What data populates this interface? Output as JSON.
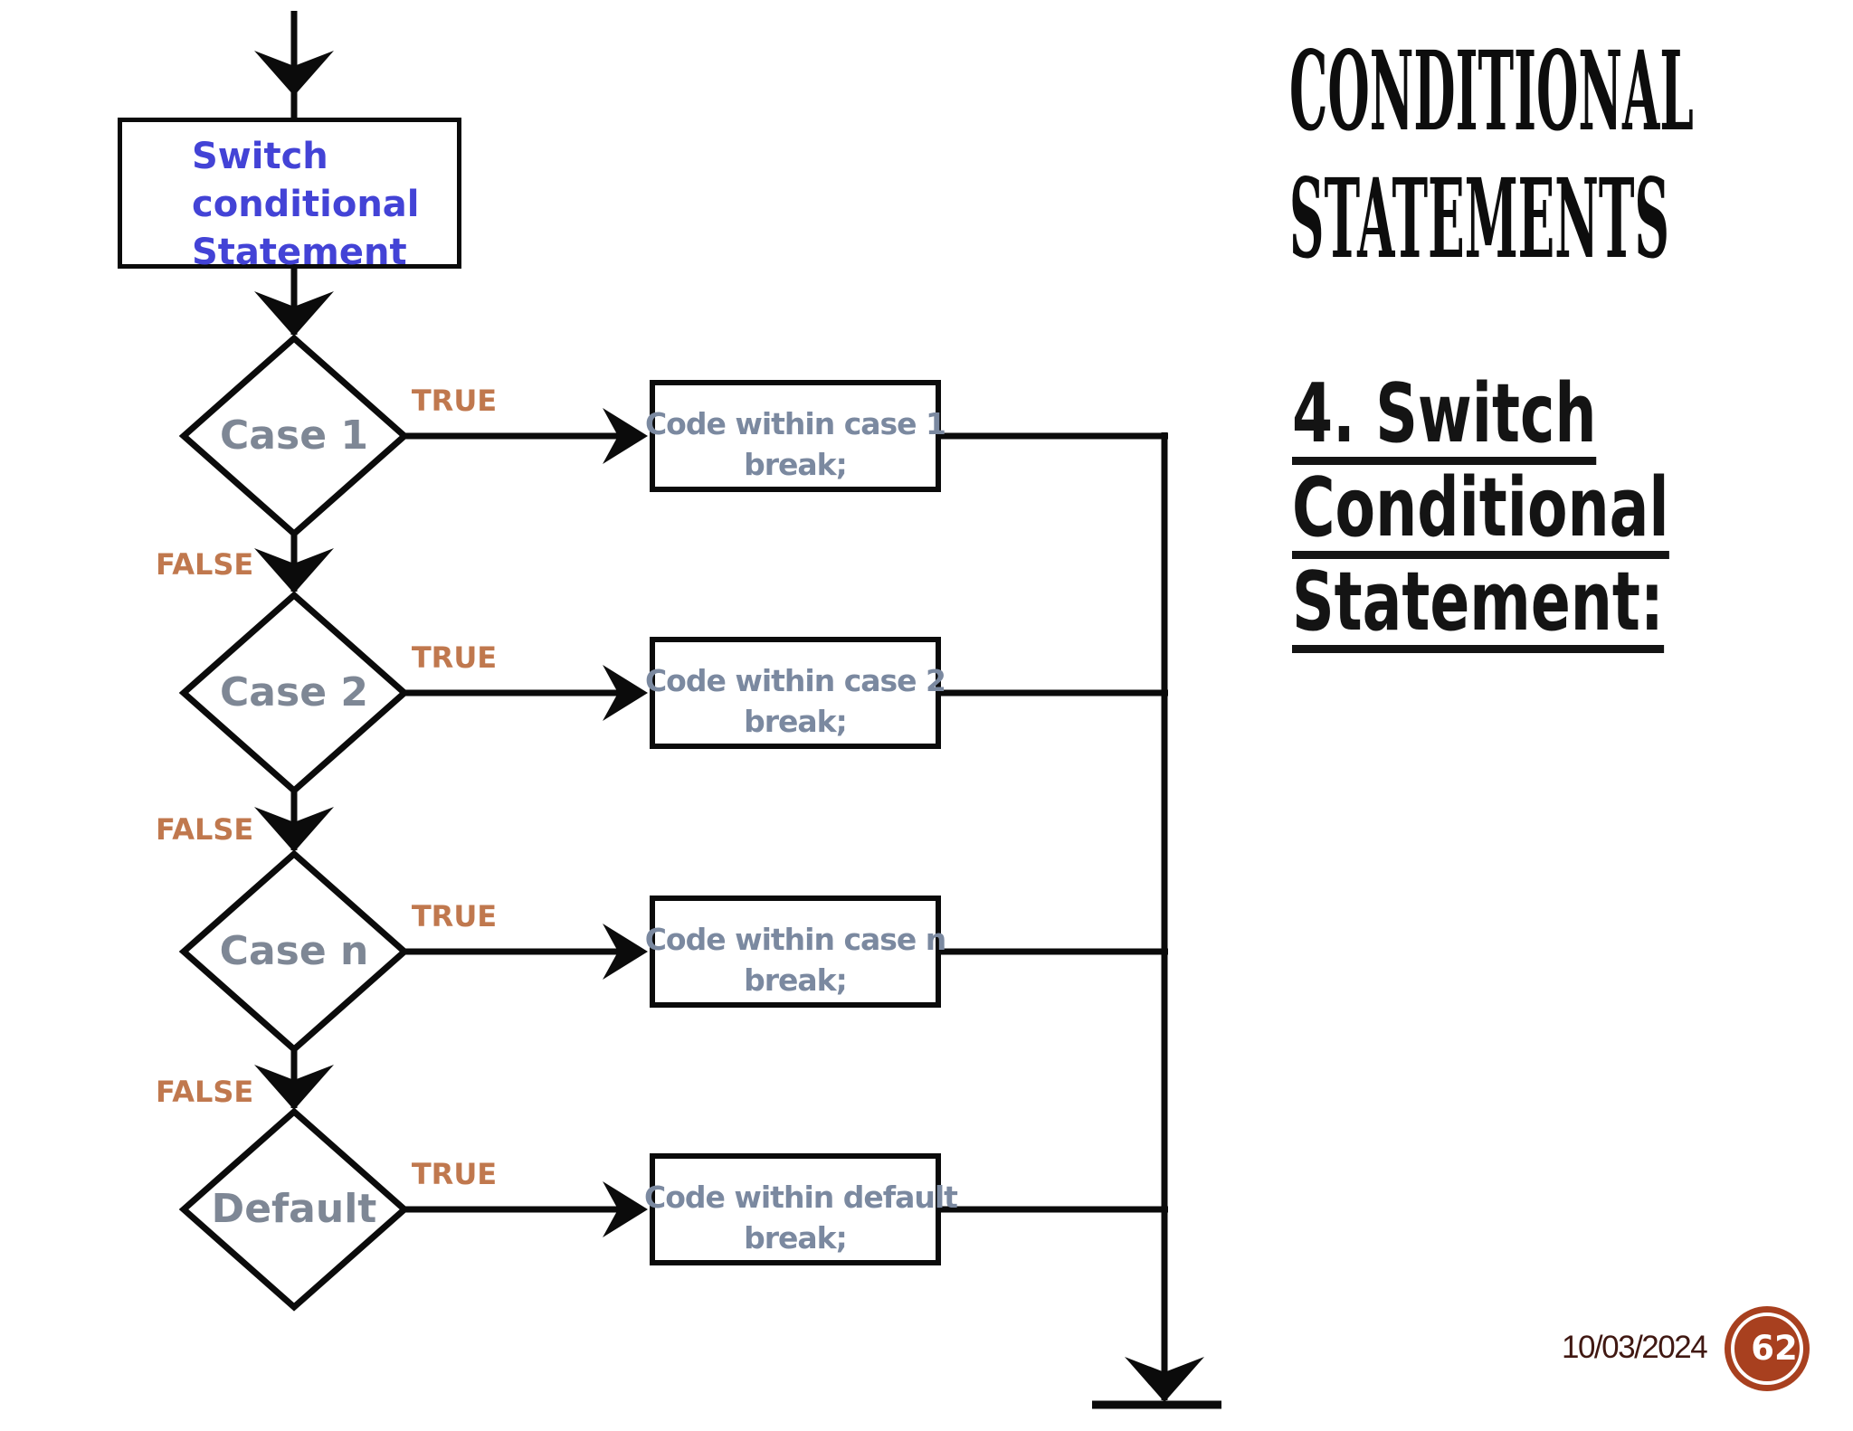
{
  "slide": {
    "title": {
      "line1": "CONDITIONAL",
      "line2": "STATEMENTS"
    },
    "heading": {
      "line1": "4. Switch",
      "line2": "Conditional",
      "line3": "Statement:"
    },
    "footer": {
      "date": "10/03/2024",
      "page_number": "62"
    }
  },
  "flowchart": {
    "start": {
      "line1": "Switch",
      "line2": "conditional",
      "line3": "Statement"
    },
    "true_label": "TRUE",
    "false_label": "FALSE",
    "rows": [
      {
        "case_label": "Case 1",
        "code_line1": "Code within case 1",
        "code_line2": "break;"
      },
      {
        "case_label": "Case 2",
        "code_line1": "Code within case 2",
        "code_line2": "break;"
      },
      {
        "case_label": "Case n",
        "code_line1": "Code within case n",
        "code_line2": "break;"
      },
      {
        "case_label": "Default",
        "code_line1": "Code within default",
        "code_line2": "break;"
      }
    ]
  },
  "colors": {
    "start_text": "#4343d6",
    "case_text": "#7e8795",
    "code_text": "#7b89a0",
    "branch_label": "#c0784e",
    "line": "#0b0b0b",
    "date_text": "#401812",
    "page_badge": "#a8401f"
  }
}
